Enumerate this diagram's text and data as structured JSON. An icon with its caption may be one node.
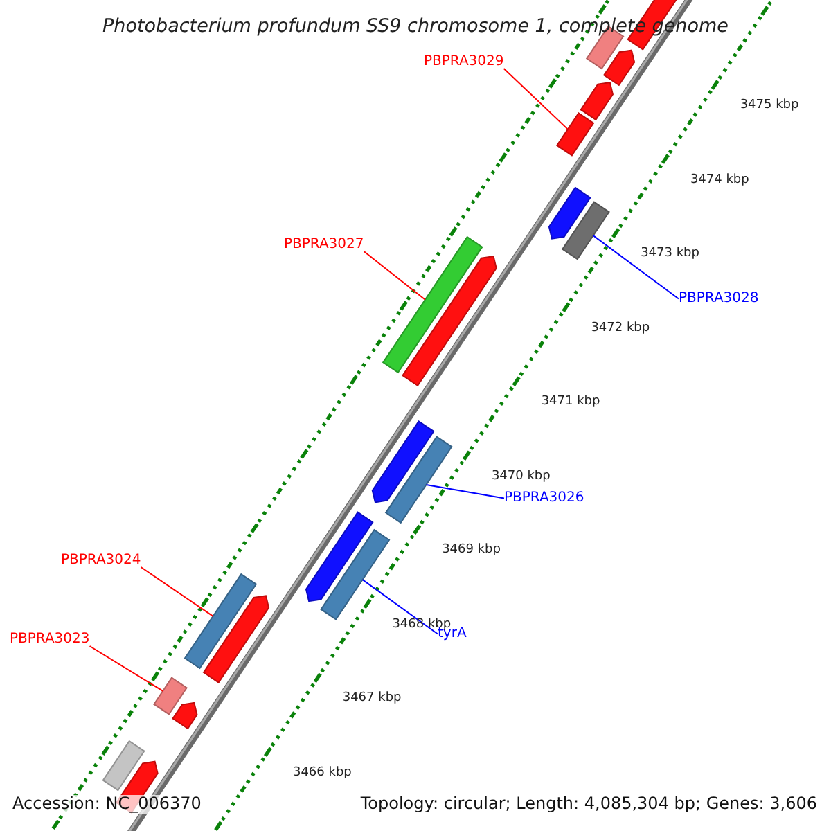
{
  "diagram": {
    "title": "Photobacterium profundum SS9 chromosome 1, complete genome",
    "nodes": [
      {
        "text": [
          "PBPRA3029"
        ]
      },
      {
        "text": [
          "PBPRA3027"
        ]
      },
      {
        "text": [
          "PBPRA3028"
        ]
      },
      {
        "text": [
          "PBPRA3026"
        ]
      },
      {
        "text": [
          "tyrA"
        ]
      },
      {
        "text": [
          "PBPRA3024"
        ]
      },
      {
        "text": [
          "PBPRA3023"
        ]
      },
      {
        "text": [],
        "shape": "bar"
      },
      {
        "text": [],
        "shape": "bar"
      },
      {
        "text": [],
        "shape": "bar"
      },
      {
        "text": [],
        "shape": "bar"
      },
      {
        "text": [],
        "shape": "bar"
      },
      {
        "text": [],
        "shape": "bar"
      },
      {
        "text": [],
        "shape": "bar"
      },
      {
        "text": [],
        "shape": "bar"
      },
      {
        "text": [],
        "shape": "bar"
      },
      {
        "text": [],
        "shape": "bar"
      },
      {
        "text": [],
        "shape": "bar"
      },
      {
        "text": [],
        "shape": "bar"
      },
      {
        "text": [],
        "shape": "bar"
      },
      {
        "text": [],
        "shape": "bar"
      },
      {
        "text": [],
        "shape": "bar"
      },
      {
        "text": [],
        "shape": "bar"
      },
      {
        "text": [],
        "shape": "bar"
      },
      {
        "text": [],
        "shape": "bar"
      },
      {
        "text": [],
        "shape": "bar"
      }
    ],
    "edges": [
      {
        "from": 0,
        "to": 11,
        "arrow": "none"
      },
      {
        "from": 1,
        "to": 14,
        "arrow": "none"
      },
      {
        "from": 2,
        "to": 13,
        "arrow": "none",
        "color": "#0000ff"
      },
      {
        "from": 3,
        "to": 17,
        "arrow": "none",
        "color": "#0000ff"
      },
      {
        "from": 4,
        "to": 19,
        "arrow": "none",
        "color": "#0000ff"
      },
      {
        "from": 5,
        "to": 20,
        "arrow": "none"
      },
      {
        "from": 6,
        "to": 22,
        "arrow": "none"
      }
    ],
    "labels": [
      "3475 kbp",
      "3474 kbp",
      "3473 kbp",
      "3472 kbp",
      "3471 kbp",
      "3470 kbp",
      "3469 kbp",
      "3468 kbp",
      "3467 kbp",
      "3466 kbp",
      "Accession: NC_006370",
      "Topology: circular; Length: 4,085,304 bp; Genes: 3,606"
    ]
  }
}
